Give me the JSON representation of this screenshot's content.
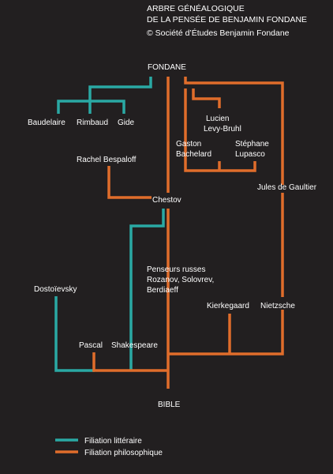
{
  "header": {
    "line1": "ARBRE GÉNÉALOGIQUE",
    "line2": "DE LA PENSÉE DE BENJAMIN FONDANE",
    "line3": "© Société d’Études Benjamin Fondane"
  },
  "colors": {
    "background": "#221f20",
    "literary": "#2aa9a4",
    "philosophical": "#e06d2b",
    "text": "#ffffff"
  },
  "nodes": {
    "fondane": "FONDANE",
    "baudelaire": "Baudelaire",
    "rimbaud": "Rimbaud",
    "gide": "Gide",
    "lucien1": "Lucien",
    "lucien2": "Levy-Bruhl",
    "gaston1": "Gaston",
    "gaston2": "Bachelard",
    "stephane1": "Stéphane",
    "stephane2": "Lupasco",
    "bespaloff": "Rachel Bespaloff",
    "chestov": "Chestov",
    "gaultier": "Jules de Gaultier",
    "penseurs1": "Penseurs russes",
    "penseurs2": "Rozanov, Solovrev,",
    "penseurs3": "Berdiaeff",
    "dostoievsky": "Dostoïevsky",
    "kierkegaard": "Kierkegaard",
    "nietzsche": "Nietzsche",
    "pascal": "Pascal",
    "shakespeare": "Shakespeare",
    "bible": "BIBLE"
  },
  "legend": {
    "literary": "Filiation littéraire",
    "philosophical": "Filiation philosophique"
  }
}
